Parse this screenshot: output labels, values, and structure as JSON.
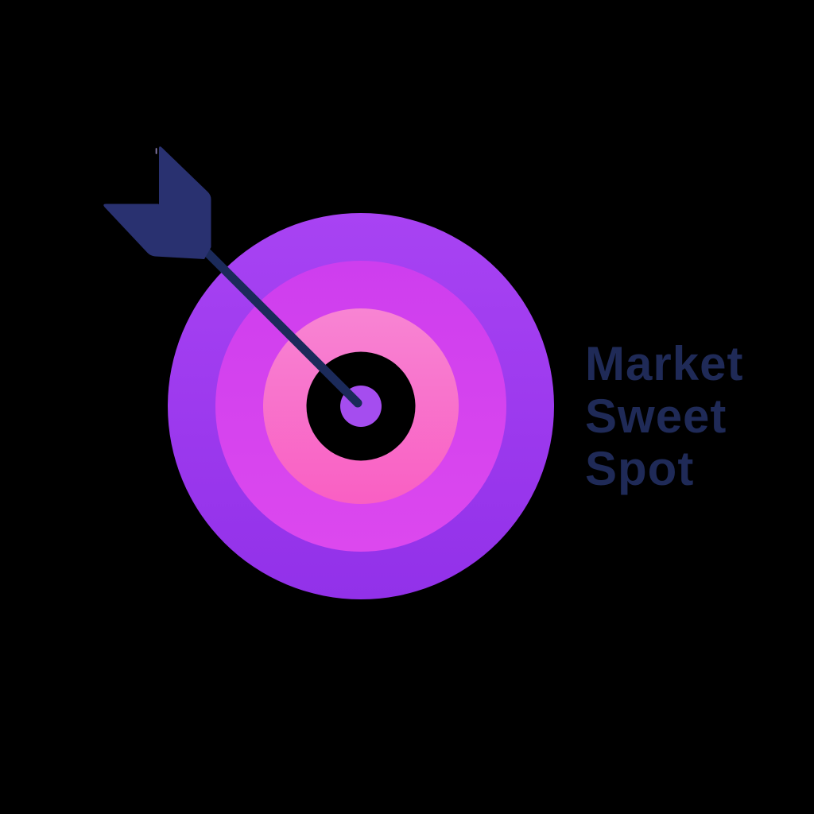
{
  "background_color": "#000000",
  "title": {
    "lines": [
      "Market",
      "Sweet",
      "Spot"
    ],
    "color": "#1f2a57"
  },
  "icon": {
    "target": {
      "outer_ring_top": "#a843f3",
      "outer_ring_bottom": "#9231e9",
      "middle_ring_top": "#ce3eee",
      "middle_ring_bottom": "#dc48ee",
      "inner_ring_top": "#f884d3",
      "inner_ring_bottom": "#f95fc3",
      "gap_ring": "#000000",
      "bullseye_dot": "#a54def"
    },
    "arrow": {
      "shaft": "#1b2a5a",
      "fletching": "#293170",
      "fletching_highlight": "#a193c9"
    }
  }
}
